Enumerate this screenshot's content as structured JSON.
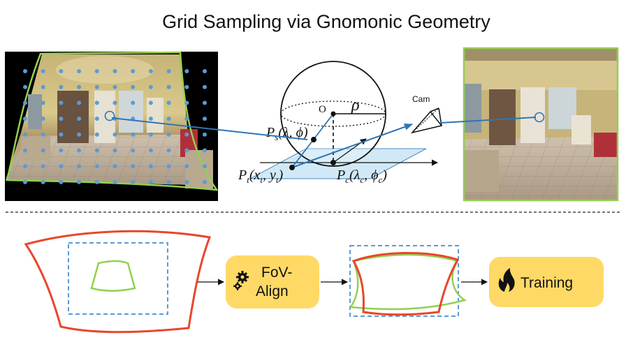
{
  "title": "Grid Sampling via Gnomonic Geometry",
  "geometry": {
    "origin_label": "O",
    "radius_label": "ρ",
    "cam_label": "Cam",
    "ps_label": {
      "base": "P",
      "sub": "s",
      "args": "(λ, ϕ)"
    },
    "pt_label": {
      "base": "P",
      "sub": "t",
      "args_pre": "(x",
      "args_sub1": "t",
      "args_mid": ", y",
      "args_sub2": "t",
      "args_post": ")"
    },
    "pc_label": {
      "base": "P",
      "sub": "c",
      "args_pre": "(λ",
      "args_sub1": "c",
      "args_mid": ", ϕ",
      "args_sub2": "c",
      "args_post": ")"
    }
  },
  "pipeline": {
    "fov_align_line1": "FoV-",
    "fov_align_line2": "Align",
    "training_label": "Training"
  },
  "colors": {
    "accent_blue": "#2e75b6",
    "grid_dot": "#5b9bd5",
    "green_frame": "#92d050",
    "red_outline": "#e8472b",
    "button_fill": "#ffd966",
    "plane_fill": "#c9e6f5"
  }
}
